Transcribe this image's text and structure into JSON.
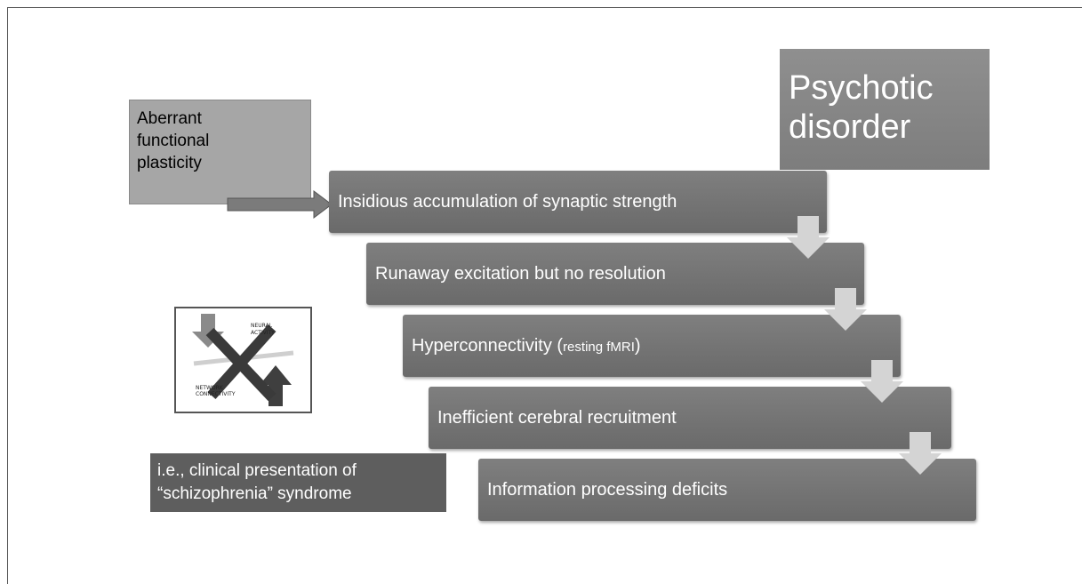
{
  "title": {
    "lines": [
      "Psychotic",
      "disorder"
    ]
  },
  "source": {
    "lines": [
      "Aberrant",
      "functional",
      "plasticity"
    ]
  },
  "steps": [
    {
      "text": "Insidious accumulation of synaptic strength",
      "suffix": ""
    },
    {
      "text": "Runaway excitation but no resolution",
      "suffix": ""
    },
    {
      "text": "Hyperconnectivity (",
      "suffix": "resting fMRI",
      "close": ")"
    },
    {
      "text": "Inefficient cerebral recruitment",
      "suffix": ""
    },
    {
      "text": "Information processing deficits",
      "suffix": ""
    }
  ],
  "note": {
    "lines": [
      "i.e., clinical presentation of",
      "“schizophrenia” syndrome"
    ]
  },
  "inset": {
    "label_top_1": "NEURAL",
    "label_top_2": "ACTIVITY",
    "label_bottom_1": "NETWORK",
    "label_bottom_2": "CONNECTIVITY"
  },
  "colors": {
    "step_fill": "#777777",
    "title_fill": "#8a8a8a",
    "source_fill": "#a6a6a6",
    "note_fill": "#5e5e5e",
    "down_arrow": "#d4d4d4"
  }
}
